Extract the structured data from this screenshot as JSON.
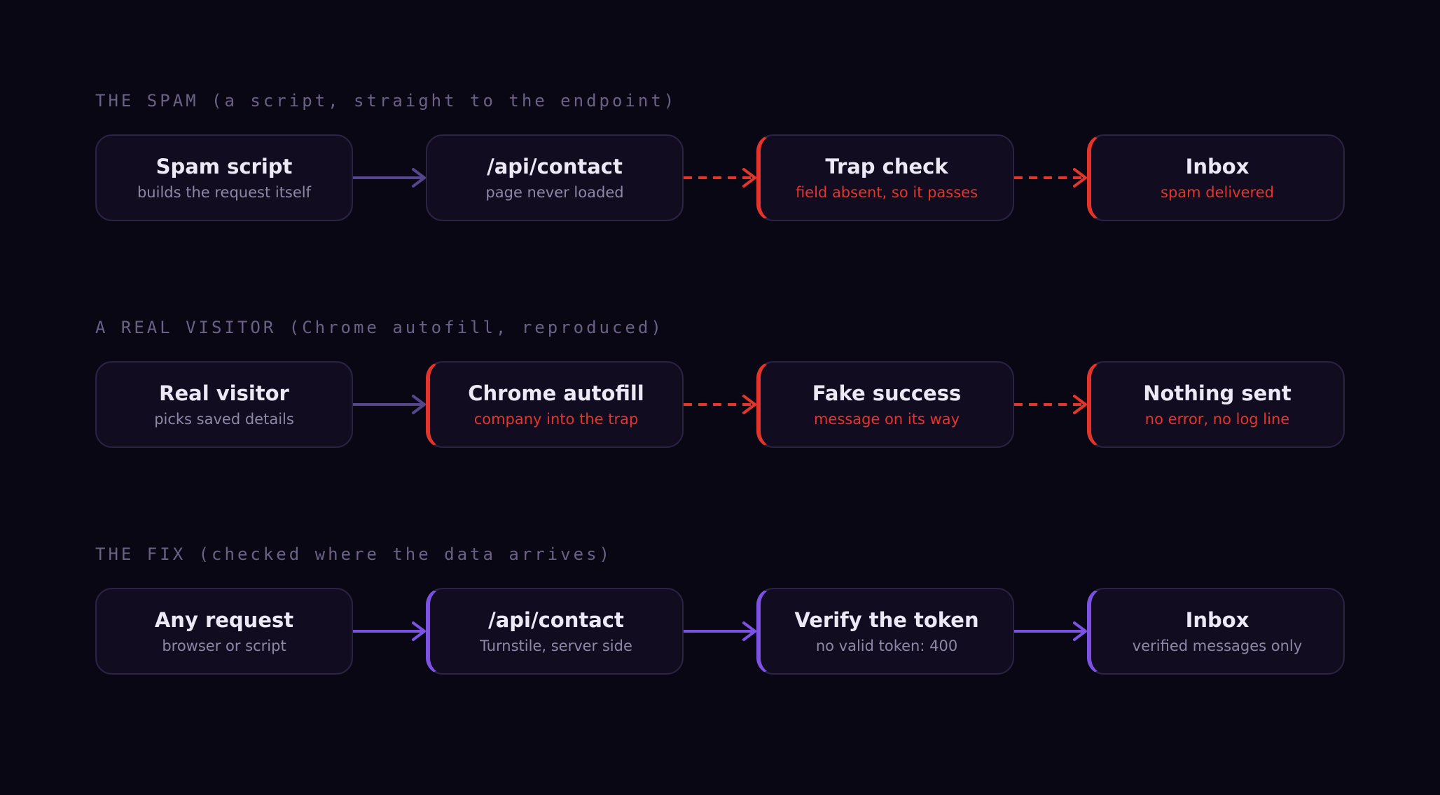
{
  "rows": [
    {
      "label": "THE SPAM (a script, straight to the endpoint)",
      "nodes": [
        {
          "title": "Spam script",
          "sub": "builds the request itself",
          "accent": "none",
          "sub_red": false
        },
        {
          "title": "/api/contact",
          "sub": "page never loaded",
          "accent": "none",
          "sub_red": false
        },
        {
          "title": "Trap check",
          "sub": "field absent, so it passes",
          "accent": "red",
          "sub_red": true
        },
        {
          "title": "Inbox",
          "sub": "spam delivered",
          "accent": "red",
          "sub_red": true
        }
      ],
      "connectors": [
        "solid-muted",
        "dashed-red",
        "dashed-red"
      ]
    },
    {
      "label": "A REAL VISITOR (Chrome autofill, reproduced)",
      "nodes": [
        {
          "title": "Real visitor",
          "sub": "picks saved details",
          "accent": "none",
          "sub_red": false
        },
        {
          "title": "Chrome autofill",
          "sub": "company into the trap",
          "accent": "red",
          "sub_red": true
        },
        {
          "title": "Fake success",
          "sub": "message on its way",
          "accent": "red",
          "sub_red": true
        },
        {
          "title": "Nothing sent",
          "sub": "no error, no log line",
          "accent": "red",
          "sub_red": true
        }
      ],
      "connectors": [
        "solid-muted",
        "dashed-red",
        "dashed-red"
      ]
    },
    {
      "label": "THE FIX (checked where the data arrives)",
      "nodes": [
        {
          "title": "Any request",
          "sub": "browser or script",
          "accent": "none",
          "sub_red": false
        },
        {
          "title": "/api/contact",
          "sub": "Turnstile, server side",
          "accent": "purple",
          "sub_red": false
        },
        {
          "title": "Verify the token",
          "sub": "no valid token: 400",
          "accent": "purple",
          "sub_red": false
        },
        {
          "title": "Inbox",
          "sub": "verified messages only",
          "accent": "purple",
          "sub_red": false
        }
      ],
      "connectors": [
        "solid-purple",
        "solid-purple",
        "solid-purple"
      ]
    }
  ],
  "colors": {
    "background": "#0a0714",
    "node_fill": "#120c20",
    "node_border": "#2b2244",
    "red": "#e4352b",
    "purple": "#7c52e6",
    "muted_arrow": "#54468a",
    "label": "#6b6186"
  }
}
